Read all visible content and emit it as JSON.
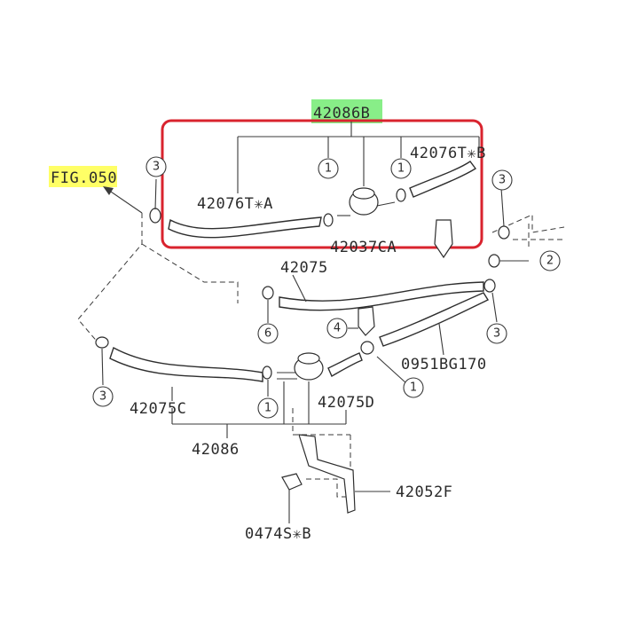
{
  "labels": {
    "top_assembly": "42086B",
    "fig_ref": "FIG.050",
    "hose_a": "42076T✳A",
    "hose_b": "42076T✳B",
    "valve_a": "42037CA",
    "hose_42075": "42075",
    "hose_0951": "0951BG170",
    "hose_c": "42075C",
    "hose_d": "42075D",
    "bottom_assembly": "42086",
    "bracket": "42052F",
    "bolt": "0474S✳B"
  },
  "callouts": {
    "c1": "1",
    "c2": "2",
    "c3": "3",
    "c4": "4",
    "c6": "6"
  },
  "highlight": {
    "yellow": "#ffff66",
    "green": "#88ee88",
    "box_red": "#d9232e"
  }
}
